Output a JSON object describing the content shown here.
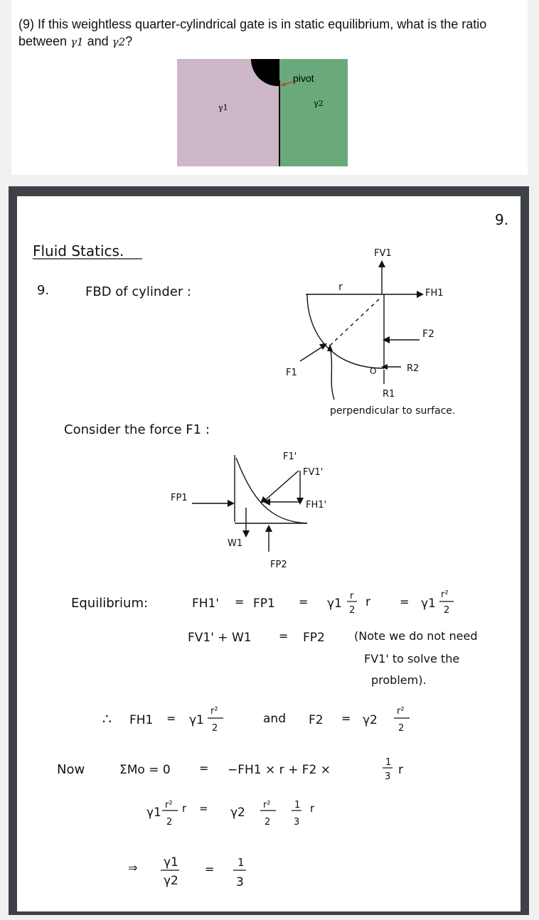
{
  "question": {
    "prefix": "(9) If this weightless quarter-cylindrical gate is in static equilibrium, what is the ratio between ",
    "gamma1": "γ1",
    "and_word": " and ",
    "gamma2": "γ2",
    "suffix": "?"
  },
  "figure": {
    "gamma1": "γ1",
    "gamma2": "γ2",
    "pivot_label": "pivot",
    "left_fluid_color": "#cdb6c6",
    "right_fluid_color": "#6aa97a",
    "gate_color": "#000000",
    "pivot_arrow_color": "#c0392b"
  },
  "solution": {
    "page_number": "9.",
    "heading": "Fluid Statics.",
    "problem_num": "9.",
    "fbd_title": "FBD of cylinder :",
    "fbd_labels": {
      "fv1": "FV1",
      "r": "r",
      "fh1": "FH1",
      "f2": "F2",
      "r2": "R2",
      "o": "O",
      "r1": "R1",
      "f1": "F1",
      "perp": "perpendicular to surface."
    },
    "consider": "Consider the force F1 :",
    "f1_labels": {
      "f1p": "F1'",
      "fv1p": "FV1'",
      "fh1p": "FH1'",
      "fp1": "FP1",
      "w1": "W1",
      "fp2": "FP2"
    },
    "equilibrium_label": "Equilibrium:",
    "eq1": {
      "lhs": "FH1'",
      "eq": "=",
      "fp": "FP1",
      "eq2": "=",
      "g": "γ1",
      "num": "r",
      "den": "2",
      "r": "r",
      "eq3": "=",
      "g2": "γ1",
      "num2": "r²",
      "den2": "2"
    },
    "eq2": {
      "lhs": "FV1' + W1",
      "eq": "=",
      "rhs": "FP2"
    },
    "note": [
      "(Note we do not need",
      "FV1' to solve the",
      "problem)."
    ],
    "eq3": {
      "therefore": "∴",
      "lhs": "FH1",
      "eq": "=",
      "g": "γ1",
      "num": "r²",
      "den": "2",
      "and": "and",
      "f2": "F2",
      "eq2": "=",
      "g2": "γ2",
      "num2": "r²",
      "den2": "2"
    },
    "moment": {
      "now": "Now",
      "sum": "ΣMo = 0",
      "eq": "=",
      "expr": "−FH1 × r  +  F2 ×",
      "one": "1",
      "three": "3",
      "r": "r"
    },
    "eq4": {
      "g1": "γ1",
      "num": "r²",
      "r": "r",
      "den": "2",
      "eq": "=",
      "g2": "γ2",
      "num2": "r²",
      "den2": "2",
      "one": "1",
      "three": "3",
      "r2": "r"
    },
    "result": {
      "arrow": "⇒",
      "num": "γ1",
      "den": "γ2",
      "eq": "=",
      "one": "1",
      "three": "3"
    }
  }
}
